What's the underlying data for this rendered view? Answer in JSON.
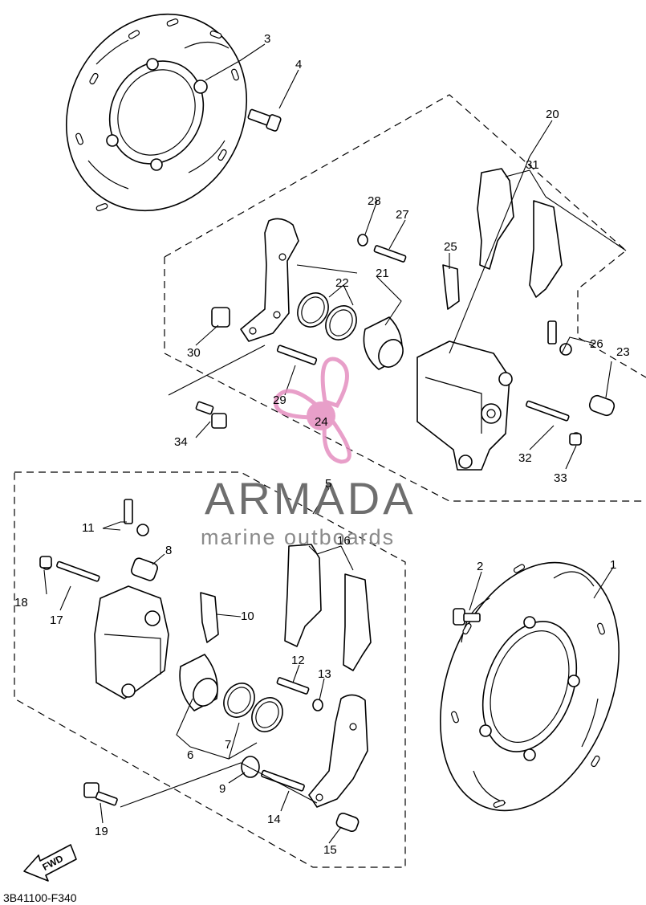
{
  "watermark": {
    "brand": "ARMADA",
    "tagline": "marine outboards",
    "emblem_color": "#e58fc0"
  },
  "diagram_code": "3B41100-F340",
  "direction_label": "FWD",
  "callouts": {
    "p1": "1",
    "p2": "2",
    "p3": "3",
    "p4": "4",
    "p5": "5",
    "p6": "6",
    "p7": "7",
    "p8": "8",
    "p9": "9",
    "p10": "10",
    "p11": "11",
    "p12": "12",
    "p13": "13",
    "p14": "14",
    "p15": "15",
    "p16": "16",
    "p17": "17",
    "p18": "18",
    "p19": "19",
    "p20": "20",
    "p21": "21",
    "p22": "22",
    "p23": "23",
    "p24": "24",
    "p25": "25",
    "p26": "26",
    "p27": "27",
    "p28": "28",
    "p29": "29",
    "p30": "30",
    "p31": "31",
    "p32": "32",
    "p33": "33",
    "p34": "34"
  }
}
